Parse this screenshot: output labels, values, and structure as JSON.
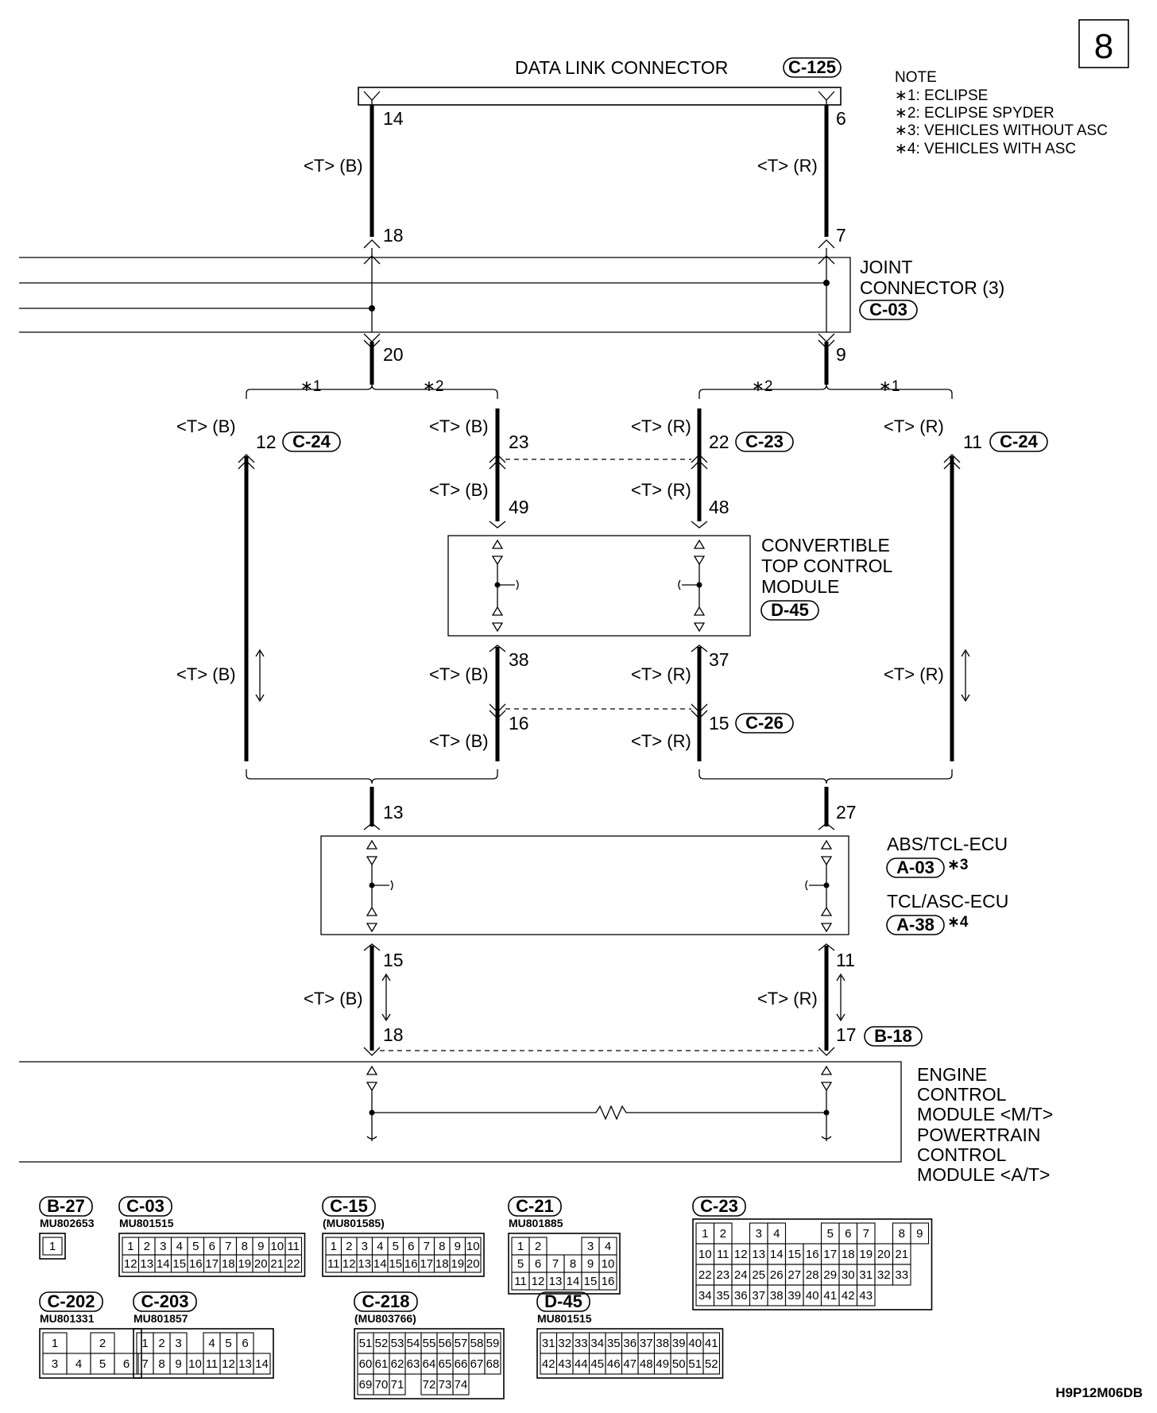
{
  "page_number": "8",
  "diagram_code": "H9P12M06DB",
  "note": {
    "title": "NOTE",
    "items": [
      {
        "mark": "∗1",
        "text": ": ECLIPSE"
      },
      {
        "mark": "∗2",
        "text": ": ECLIPSE SPYDER"
      },
      {
        "mark": "∗3",
        "text": ": VEHICLES WITHOUT ASC"
      },
      {
        "mark": "∗4",
        "text": ": VEHICLES WITH ASC"
      }
    ]
  },
  "components": {
    "dlc": {
      "name": "DATA LINK CONNECTOR",
      "id": "C-125"
    },
    "joint": {
      "line1": "JOINT",
      "line2": "CONNECTOR (3)",
      "id": "C-03"
    },
    "ctcm": {
      "line1": "CONVERTIBLE",
      "line2": "TOP CONTROL",
      "line3": "MODULE",
      "id": "D-45"
    },
    "abs": {
      "name": "ABS/TCL-ECU",
      "id": "A-03",
      "mark": "∗3"
    },
    "tcl": {
      "name": "TCL/ASC-ECU",
      "id": "A-38",
      "mark": "∗4"
    },
    "ecm": {
      "line1": "ENGINE",
      "line2": "CONTROL",
      "line3": "MODULE <M/T>",
      "line4": "POWERTRAIN",
      "line5": "CONTROL",
      "line6": "MODULE <A/T>"
    }
  },
  "wire_labels": {
    "tb": "<T> (B)",
    "tr": "<T> (R)"
  },
  "branch_marks": {
    "s1": "∗1",
    "s2": "∗2"
  },
  "pins": {
    "p14": "14",
    "p6": "6",
    "p18a": "18",
    "p7": "7",
    "p20": "20",
    "p9": "9",
    "p12": "12",
    "p23": "23",
    "p22": "22",
    "p11a": "11",
    "p49": "49",
    "p48": "48",
    "p38": "38",
    "p37": "37",
    "p16": "16",
    "p15a": "15",
    "p13": "13",
    "p27": "27",
    "p15b": "15",
    "p11b": "11",
    "p18b": "18",
    "p17": "17"
  },
  "inline_connectors": {
    "c24": "C-24",
    "c23": "C-23",
    "c26": "C-26",
    "b18": "B-18"
  },
  "connector_views": [
    {
      "id": "B-27",
      "part": "MU802653",
      "rows": [
        [
          "1"
        ]
      ]
    },
    {
      "id": "C-03",
      "part": "MU801515",
      "rows": [
        [
          "1",
          "2",
          "3",
          "4",
          "5",
          "6",
          "7",
          "8",
          "9",
          "10",
          "11"
        ],
        [
          "12",
          "13",
          "14",
          "15",
          "16",
          "17",
          "18",
          "19",
          "20",
          "21",
          "22"
        ]
      ]
    },
    {
      "id": "C-15",
      "part": "(MU801585)",
      "rows": [
        [
          "1",
          "2",
          "3",
          "4",
          "5",
          "6",
          "7",
          "8",
          "9",
          "10"
        ],
        [
          "11",
          "12",
          "13",
          "14",
          "15",
          "16",
          "17",
          "18",
          "19",
          "20"
        ]
      ]
    },
    {
      "id": "C-21",
      "part": "MU801885",
      "rows": [
        [
          "1",
          "2",
          "",
          "",
          "3",
          "4"
        ],
        [
          "5",
          "6",
          "7",
          "8",
          "9",
          "10"
        ],
        [
          "11",
          "12",
          "13",
          "14",
          "15",
          "16"
        ]
      ]
    },
    {
      "id": "C-23",
      "part": "",
      "rows": [
        [
          "1",
          "2",
          "",
          "3",
          "4",
          "",
          "",
          "5",
          "6",
          "7",
          "",
          "8",
          "9"
        ],
        [
          "10",
          "11",
          "12",
          "13",
          "14",
          "15",
          "16",
          "17",
          "18",
          "19",
          "20",
          "21"
        ],
        [
          "22",
          "23",
          "24",
          "25",
          "26",
          "27",
          "28",
          "29",
          "30",
          "31",
          "32",
          "33"
        ],
        [
          "34",
          "35",
          "36",
          "37",
          "38",
          "39",
          "40",
          "41",
          "42",
          "43"
        ]
      ]
    },
    {
      "id": "C-202",
      "part": "MU801331",
      "rows": [
        [
          "1",
          "",
          "2"
        ],
        [
          "3",
          "4",
          "5",
          "6"
        ]
      ]
    },
    {
      "id": "C-203",
      "part": "MU801857",
      "rows": [
        [
          "1",
          "2",
          "3",
          "",
          "4",
          "5",
          "6"
        ],
        [
          "7",
          "8",
          "9",
          "10",
          "11",
          "12",
          "13",
          "14"
        ]
      ]
    },
    {
      "id": "C-218",
      "part": "(MU803766)",
      "rows": [
        [
          "51",
          "52",
          "53",
          "54",
          "55",
          "56",
          "57",
          "58",
          "59"
        ],
        [
          "60",
          "61",
          "62",
          "63",
          "64",
          "65",
          "66",
          "67",
          "68"
        ],
        [
          "69",
          "70",
          "71",
          "",
          "72",
          "73",
          "74"
        ]
      ]
    },
    {
      "id": "D-45",
      "part": "MU801515",
      "rows": [
        [
          "31",
          "32",
          "33",
          "34",
          "35",
          "36",
          "37",
          "38",
          "39",
          "40",
          "41"
        ],
        [
          "42",
          "43",
          "44",
          "45",
          "46",
          "47",
          "48",
          "49",
          "50",
          "51",
          "52"
        ]
      ]
    }
  ]
}
